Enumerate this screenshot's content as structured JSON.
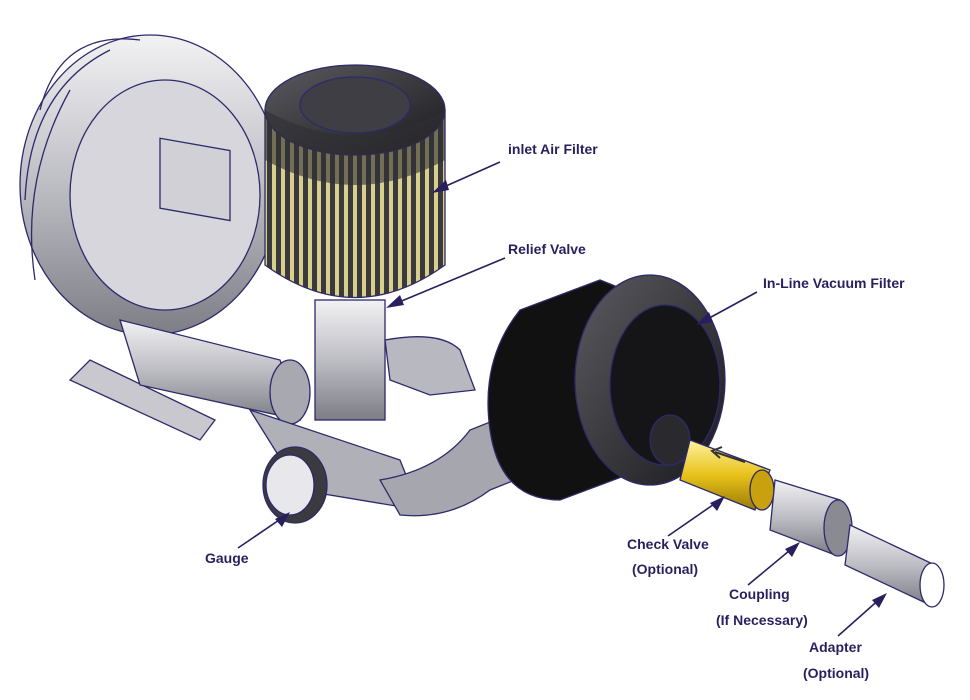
{
  "title": "Regenerative blower vacuum system assembly",
  "labels": {
    "inlet_air_filter": "inlet Air Filter",
    "relief_valve": "Relief Valve",
    "inline_vacuum_filter": "In-Line Vacuum Filter",
    "gauge": "Gauge",
    "check_valve": "Check Valve",
    "check_valve_note": "(Optional)",
    "coupling": "Coupling",
    "coupling_note": "(If Necessary)",
    "adapter": "Adapter",
    "adapter_note": "(Optional)"
  },
  "colors": {
    "label": "#2a1f5e",
    "outline": "#2d2a6a",
    "check_valve": "#e8c21a",
    "vacuum_filter": "#0c0c0e"
  }
}
